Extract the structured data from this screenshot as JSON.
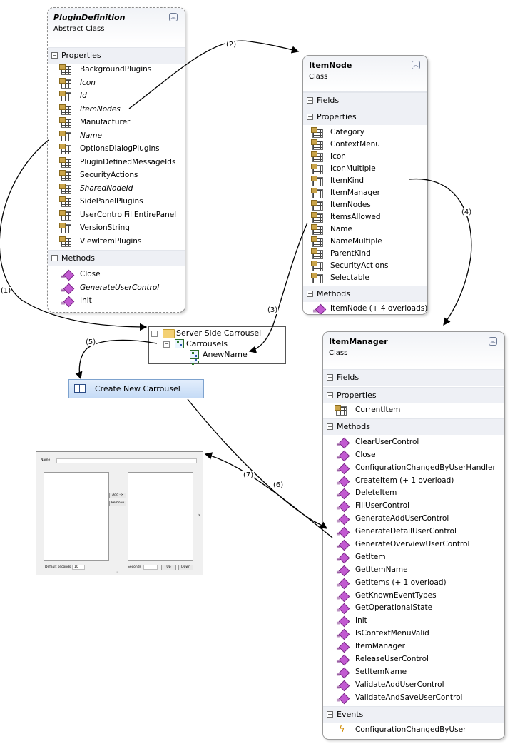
{
  "plugin_definition": {
    "title": "PluginDefinition",
    "stereotype": "Abstract Class",
    "properties_label": "Properties",
    "properties": [
      {
        "name": "BackgroundPlugins",
        "italic": false
      },
      {
        "name": "Icon",
        "italic": true
      },
      {
        "name": "Id",
        "italic": true
      },
      {
        "name": "ItemNodes",
        "italic": true
      },
      {
        "name": "Manufacturer",
        "italic": false
      },
      {
        "name": "Name",
        "italic": true
      },
      {
        "name": "OptionsDialogPlugins",
        "italic": false
      },
      {
        "name": "PluginDefinedMessageIds",
        "italic": false
      },
      {
        "name": "SecurityActions",
        "italic": false
      },
      {
        "name": "SharedNodeId",
        "italic": true
      },
      {
        "name": "SidePanelPlugins",
        "italic": false
      },
      {
        "name": "UserControlFillEntirePanel",
        "italic": false
      },
      {
        "name": "VersionString",
        "italic": false
      },
      {
        "name": "ViewItemPlugins",
        "italic": false
      }
    ],
    "methods_label": "Methods",
    "methods": [
      {
        "name": "Close",
        "italic": false
      },
      {
        "name": "GenerateUserControl",
        "italic": true
      },
      {
        "name": "Init",
        "italic": false
      }
    ]
  },
  "item_node": {
    "title": "ItemNode",
    "stereotype": "Class",
    "fields_label": "Fields",
    "properties_label": "Properties",
    "properties": [
      "Category",
      "ContextMenu",
      "Icon",
      "IconMultiple",
      "ItemKind",
      "ItemManager",
      "ItemNodes",
      "ItemsAllowed",
      "Name",
      "NameMultiple",
      "ParentKind",
      "SecurityActions",
      "Selectable"
    ],
    "methods_label": "Methods",
    "methods": [
      "ItemNode (+ 4 overloads)"
    ]
  },
  "item_manager": {
    "title": "ItemManager",
    "stereotype": "Class",
    "fields_label": "Fields",
    "properties_label": "Properties",
    "properties": [
      "CurrentItem"
    ],
    "methods_label": "Methods",
    "methods": [
      "ClearUserControl",
      "Close",
      "ConfigurationChangedByUserHandler",
      "CreateItem (+ 1 overload)",
      "DeleteItem",
      "FillUserControl",
      "GenerateAddUserControl",
      "GenerateDetailUserControl",
      "GenerateOverviewUserControl",
      "GetItem",
      "GetItemName",
      "GetItems (+ 1 overload)",
      "GetKnownEventTypes",
      "GetOperationalState",
      "Init",
      "IsContextMenuValid",
      "ItemManager",
      "ReleaseUserControl",
      "SetItemName",
      "ValidateAddUserControl",
      "ValidateAndSaveUserControl"
    ],
    "events_label": "Events",
    "events": [
      "ConfigurationChangedByUser"
    ]
  },
  "tree": {
    "root": "Server Side Carrousel",
    "child": "Carrousels",
    "leaf": "AnewName"
  },
  "context_menu": {
    "item": "Create New Carrousel"
  },
  "form": {
    "name_label": "Name",
    "add_button": "Add ->",
    "remove_button": "Remove",
    "default_seconds_label": "Default seconds",
    "default_seconds_value": "10",
    "seconds_label": "Seconds",
    "up_button": "Up",
    "down_button": "Down"
  },
  "arrows": {
    "a1": "(1)",
    "a2": "(2)",
    "a3": "(3)",
    "a4": "(4)",
    "a5": "(5)",
    "a6": "(6)",
    "a7": "(7)"
  },
  "colors": {
    "header_gradient_top": "#f1f3f7",
    "section_bg": "#eef0f5",
    "method_icon": "#c25ad1",
    "property_icon_accent": "#c9a34a",
    "menu_highlight": "#c5dbf6"
  }
}
